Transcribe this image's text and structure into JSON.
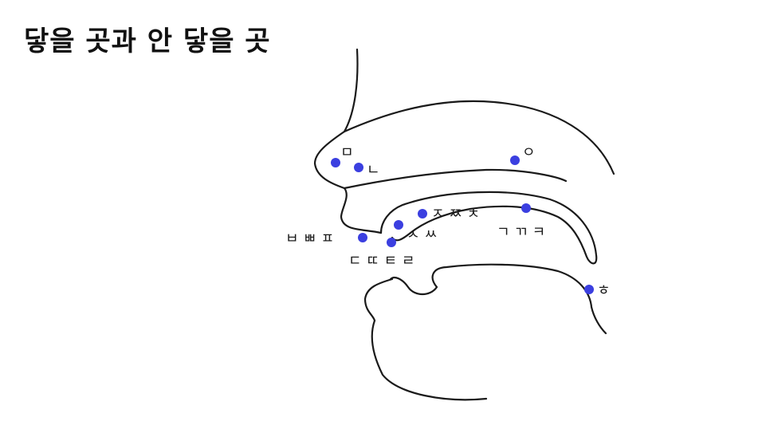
{
  "title": "닿을 곳과 안 닿을 곳",
  "dot_color": "#3b3fe0",
  "labels": {
    "m": "ㅁ",
    "n": "ㄴ",
    "ng": "ㅇ",
    "j": "ㅈ ㅉ ㅊ",
    "s": "ㅅ ㅆ",
    "g": "ㄱ ㄲ ㅋ",
    "b": "ㅂ ㅃ ㅍ",
    "d": "ㄷ ㄸ ㅌ ㄹ",
    "h": "ㅎ"
  }
}
